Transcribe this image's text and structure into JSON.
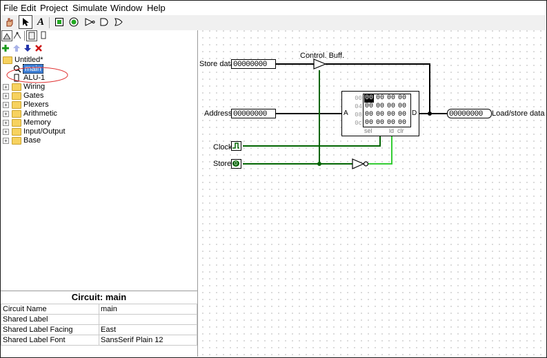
{
  "menu": [
    "File",
    "Edit",
    "Project",
    "Simulate",
    "Window",
    "Help"
  ],
  "tree": {
    "root": "Untitled*",
    "items": [
      "main",
      "ALU-1"
    ],
    "libraries": [
      "Wiring",
      "Gates",
      "Plexers",
      "Arithmetic",
      "Memory",
      "Input/Output",
      "Base"
    ]
  },
  "properties": {
    "title": "Circuit: main",
    "rows": [
      {
        "name": "Circuit Name",
        "value": "main"
      },
      {
        "name": "Shared Label",
        "value": ""
      },
      {
        "name": "Shared Label Facing",
        "value": "East"
      },
      {
        "name": "Shared Label Font",
        "value": "SansSerif Plain 12"
      }
    ]
  },
  "circuit": {
    "store_data_label": "Store data",
    "store_data_value": "00000000",
    "buffer_label": "Control. Buff.",
    "address_label": "Address",
    "address_value": "00000000",
    "output_label": "Load/store data",
    "output_value": "00000000",
    "clock_label": "Clock",
    "store_label": "Store",
    "store_value": "0",
    "ram": {
      "port_a": "A",
      "port_d": "D",
      "sel": "sel",
      "ld": "ld",
      "clr": "clr",
      "addresses": [
        "00",
        "04",
        "08",
        "0c"
      ],
      "values": [
        [
          "00",
          "00",
          "00",
          "00"
        ],
        [
          "00",
          "00",
          "00",
          "00"
        ],
        [
          "00",
          "00",
          "00",
          "00"
        ],
        [
          "00",
          "00",
          "00",
          "00"
        ]
      ]
    }
  },
  "colors": {
    "wire_dark": "#006400",
    "wire_light": "#33cc33",
    "highlight_ring": "#e03030",
    "selected_bg": "#3d7fd6"
  }
}
